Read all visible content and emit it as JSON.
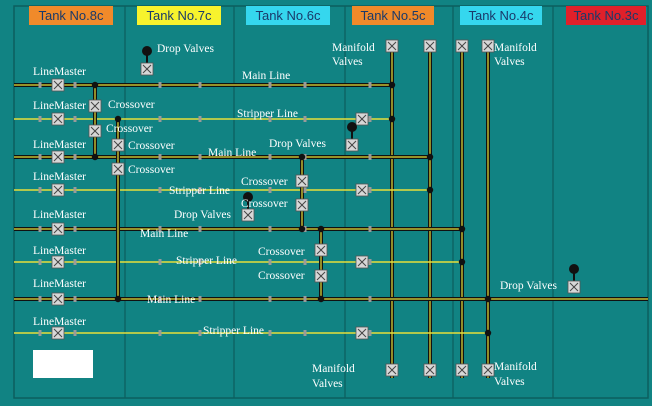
{
  "colors": {
    "background": "#118383",
    "grid": "#0c5e5e",
    "main_line": "#111111",
    "yellow_line": "#e8df3a",
    "valve": "#d7d7d7",
    "tank_8c": "#f08a2a",
    "tank_7c": "#f7f32d",
    "tank_6c": "#35d7ee",
    "tank_5c": "#f08a2a",
    "tank_4c": "#35d7ee",
    "tank_3c": "#e0202a"
  },
  "tanks": [
    {
      "label": "Tank No.8c",
      "color": "#f08a2a",
      "text_color": "#1a3a6a"
    },
    {
      "label": "Tank No.7c",
      "color": "#f7f32d",
      "text_color": "#1a3a6a"
    },
    {
      "label": "Tank No.6c",
      "color": "#35d7ee",
      "text_color": "#1a3a6a"
    },
    {
      "label": "Tank No.5c",
      "color": "#f08a2a",
      "text_color": "#1a3a6a"
    },
    {
      "label": "Tank No.4c",
      "color": "#35d7ee",
      "text_color": "#1a3a6a"
    },
    {
      "label": "Tank No.3c",
      "color": "#e0202a",
      "text_color": "#1a3a6a"
    }
  ],
  "labels": {
    "linemaster": "LineMaster",
    "crossover": "Crossover",
    "drop_valves": "Drop Valves",
    "main_line": "Main Line",
    "stripper_line": "Stripper Line",
    "manifold": "Manifold",
    "valves": "Valves"
  },
  "legend_box": {
    "color": "#ffffff"
  }
}
